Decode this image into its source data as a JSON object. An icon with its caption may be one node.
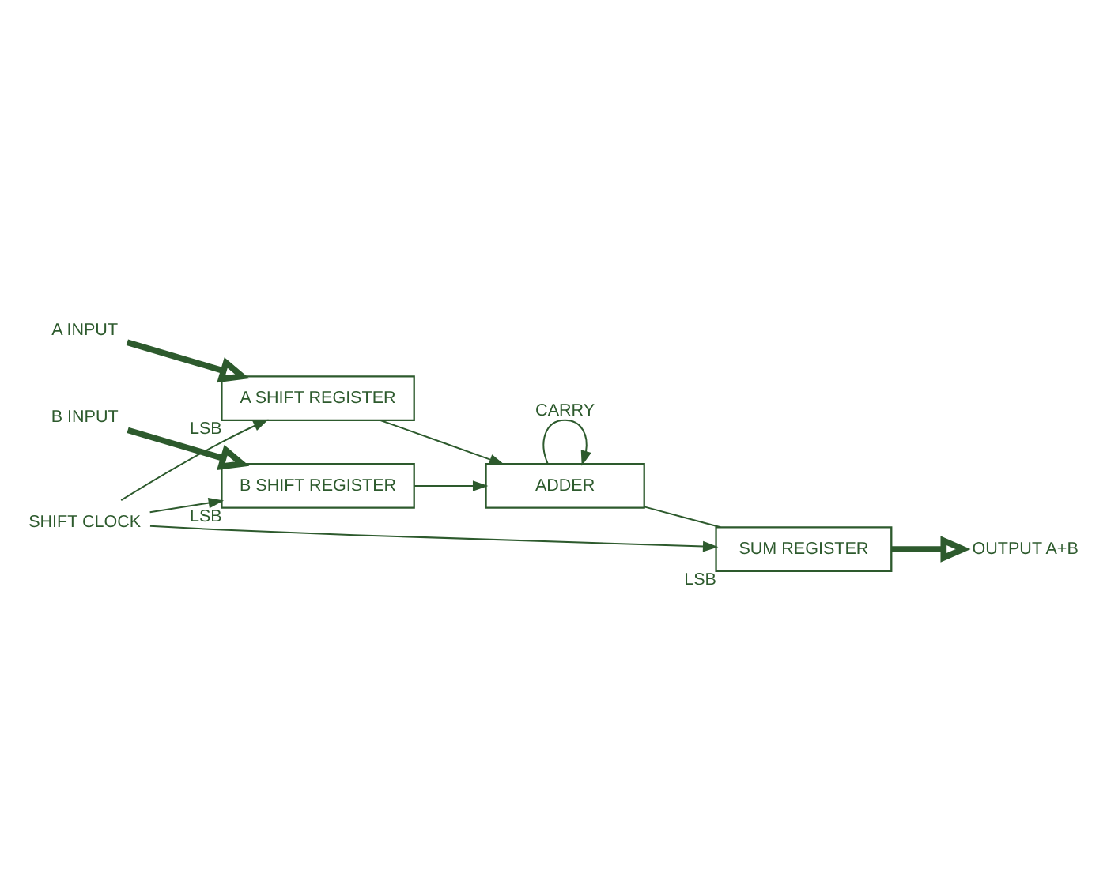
{
  "diagram": {
    "nodes": [
      {
        "text": [
          "A INPUT"
        ]
      },
      {
        "text": [
          "A SHIFT REGISTER"
        ],
        "beside": [
          "LSB"
        ]
      },
      {
        "text": [
          "B INPUT"
        ]
      },
      {
        "text": [
          "B SHIFT REGISTER"
        ],
        "beside": [
          "LSB"
        ]
      },
      {
        "text": [
          "ADDER"
        ]
      },
      {
        "text": [
          "SUM REGISTER"
        ],
        "beside": [
          "LSB"
        ]
      },
      {
        "text": [
          "OUTPUT A+B"
        ]
      },
      {
        "text": [
          "SHIFT CLOCK"
        ]
      }
    ],
    "edges": [
      {
        "from": 0,
        "to": 1,
        "arrow": "to",
        "style": "thick"
      },
      {
        "from": 2,
        "to": 3,
        "arrow": "to",
        "style": "thick"
      },
      {
        "from": 1,
        "to": 4,
        "arrow": "to"
      },
      {
        "from": 3,
        "to": 4,
        "arrow": "to"
      },
      {
        "from": 4,
        "to": 4,
        "arrow": "to",
        "label": "CARRY"
      },
      {
        "from": 4,
        "to": 5,
        "arrow": "none"
      },
      {
        "from": 5,
        "to": 6,
        "arrow": "to",
        "style": "thick"
      },
      {
        "from": 7,
        "to": 1,
        "arrow": "to"
      },
      {
        "from": 7,
        "to": 3,
        "arrow": "to"
      },
      {
        "from": 7,
        "to": 5,
        "arrow": "to"
      }
    ]
  }
}
